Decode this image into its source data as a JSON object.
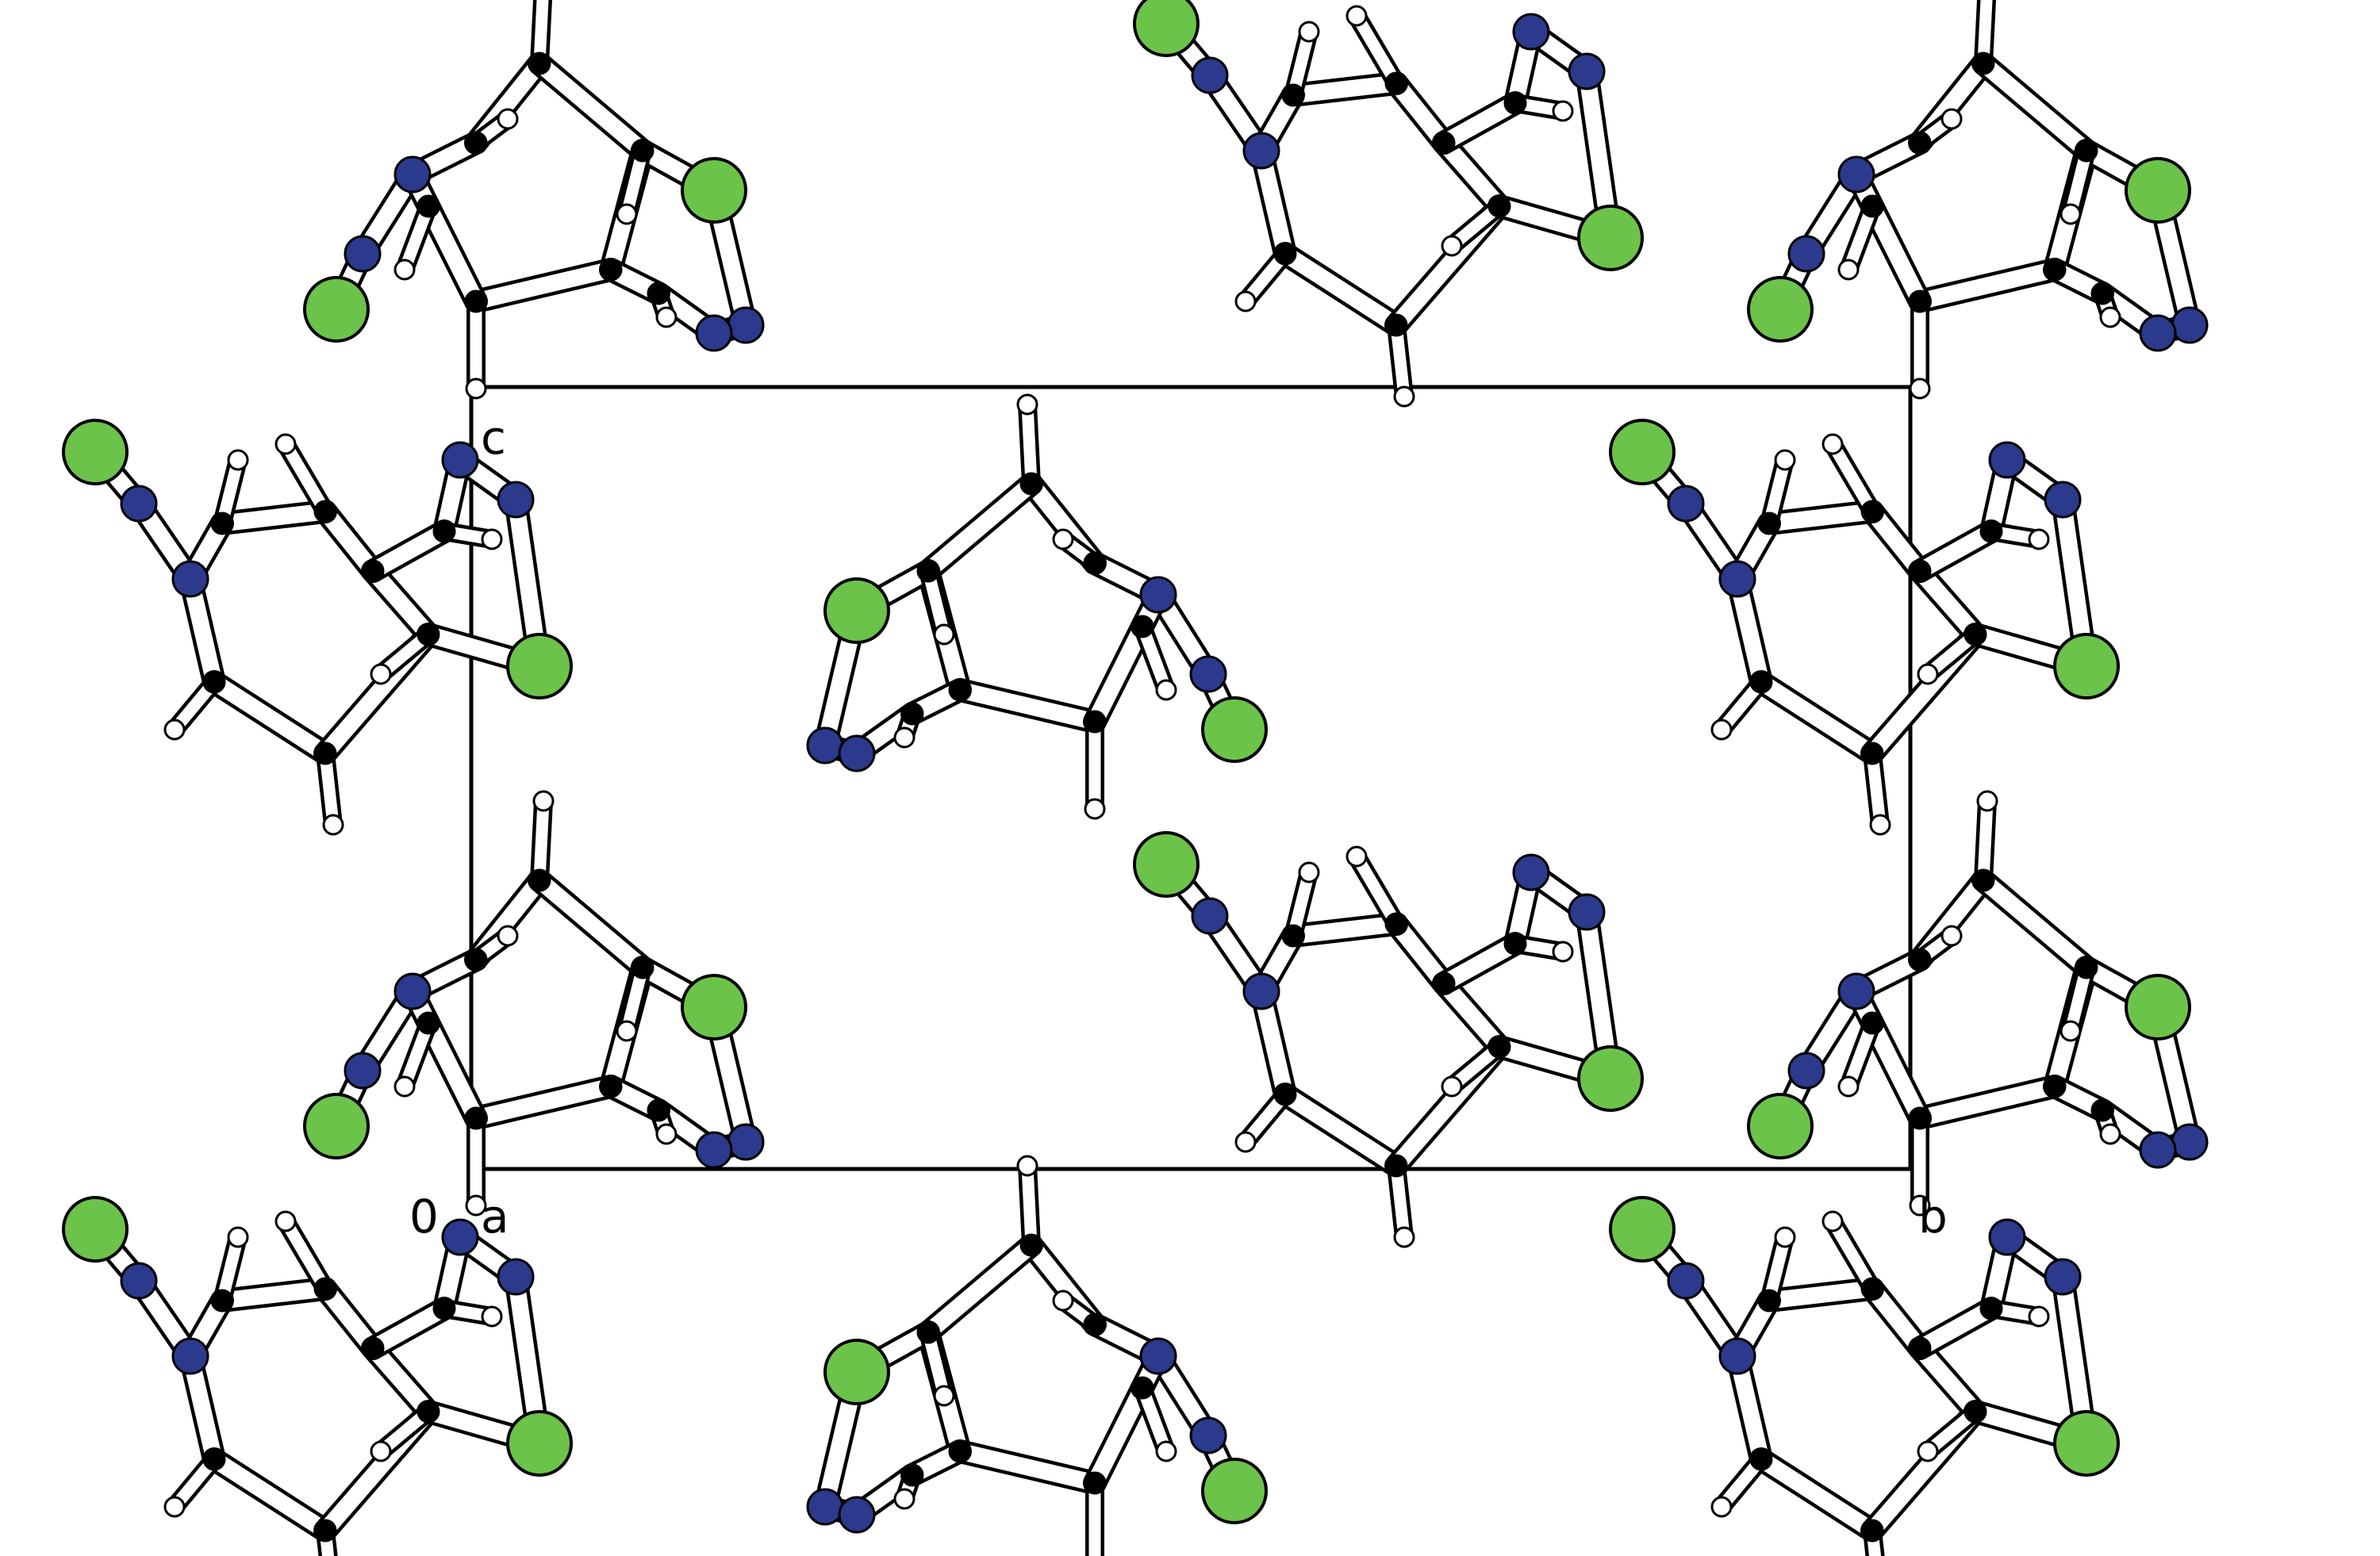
{
  "unit_cell": {
    "origin_label": "0",
    "axis_labels": {
      "a": "a",
      "b": "b",
      "c": "c"
    }
  },
  "colors": {
    "chlorine": "#6cc34a",
    "nitrogen": "#2b3a8c",
    "carbon": "#000000",
    "hydrogen": "#ffffff",
    "bond": "#ffffff",
    "outline": "#000000"
  },
  "atom_types": [
    "Cl",
    "N",
    "C",
    "H"
  ]
}
